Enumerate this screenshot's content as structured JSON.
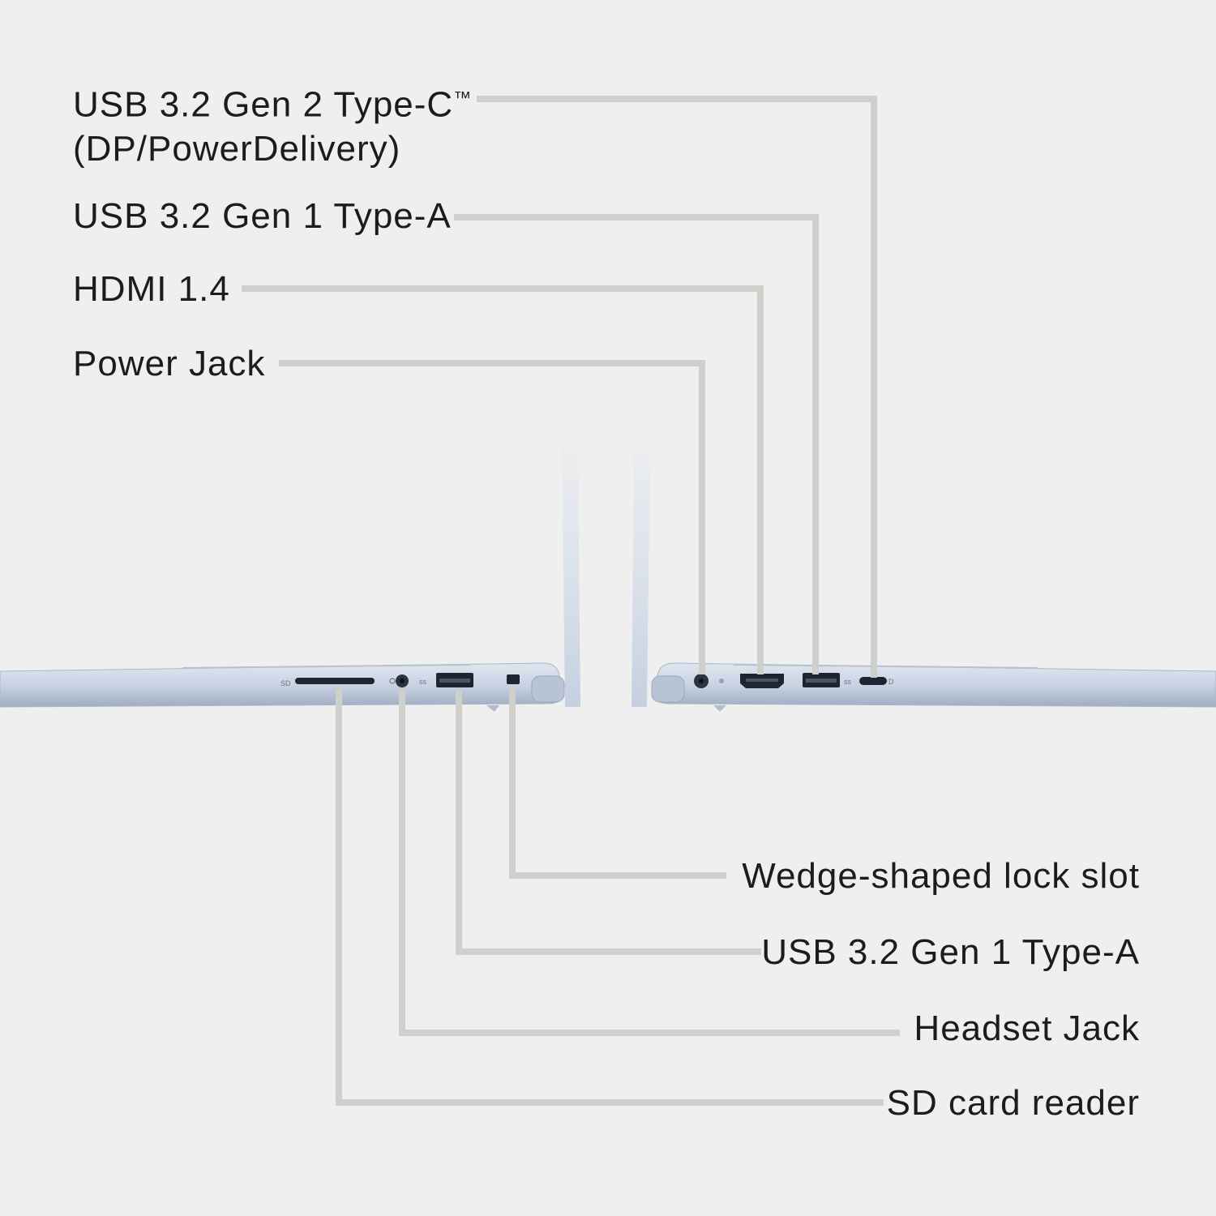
{
  "colors": {
    "background": "#efefef",
    "leader_line": "#cfcfcc",
    "laptop_body": "#c9d3e3",
    "laptop_edge": "#a9b6ca",
    "port": "#1f2530",
    "text": "#1c1c1c"
  },
  "icons": {
    "sd-logo": "SD",
    "usb-symbol": "ss"
  },
  "right_side_ports": {
    "usb_c": {
      "line1": "USB 3.2 Gen 2 Type-C",
      "trademark": "™",
      "line2": "(DP/PowerDelivery)"
    },
    "usb_a": "USB 3.2 Gen 1 Type-A",
    "hdmi": "HDMI 1.4",
    "power": "Power Jack"
  },
  "left_side_ports": {
    "lock": "Wedge-shaped lock slot",
    "usb_a": "USB 3.2 Gen 1 Type-A",
    "headset": "Headset Jack",
    "sd": "SD card reader"
  }
}
